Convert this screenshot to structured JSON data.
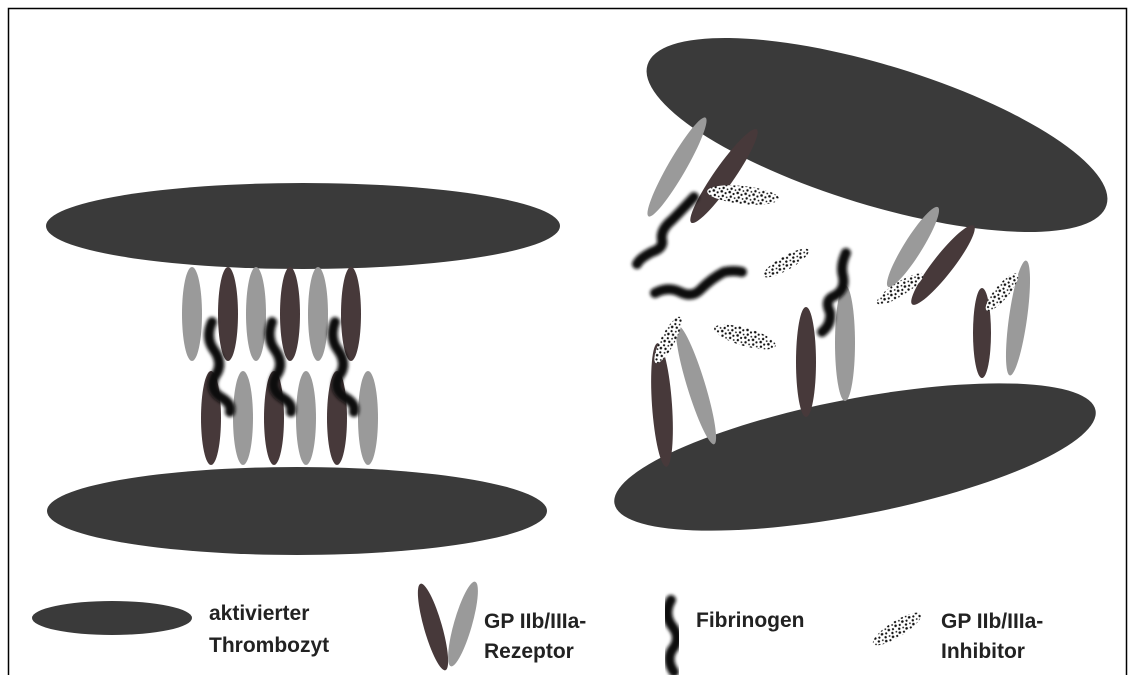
{
  "colors": {
    "thrombocyte": "#3a3a3a",
    "receptor_dark": "#47393a",
    "receptor_light": "#9a9a9a",
    "fibrinogen": "#111111",
    "inhibitor_dark": "#111111",
    "inhibitor_light": "#ffffff",
    "border": "#000000",
    "background": "#ffffff"
  },
  "legend": {
    "thrombocyte": {
      "icon": "thrombocyte-ellipse-icon",
      "line1": "aktivierter",
      "line2": "Thrombozyt"
    },
    "receptor": {
      "icon": "receptor-pair-icon",
      "line1": "GP IIb/IIIa-",
      "line2": "Rezeptor"
    },
    "fibrinogen": {
      "icon": "fibrinogen-chain-icon",
      "label": "Fibrinogen"
    },
    "inhibitor": {
      "icon": "inhibitor-speckle-icon",
      "line1": "GP IIb/IIIa-",
      "line2": "Inhibitor"
    }
  }
}
